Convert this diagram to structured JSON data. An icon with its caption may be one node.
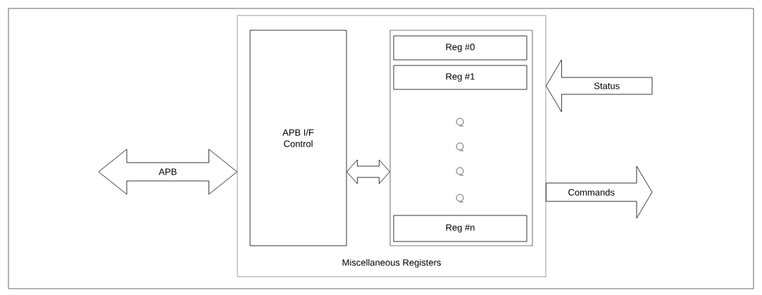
{
  "diagram": {
    "nodes": [
      {
        "text": [
          "Miscellaneous Registers"
        ]
      },
      {
        "text": [
          "APB I/F Control"
        ],
        "in": 0
      },
      {
        "text": [],
        "shape": "box",
        "in": 0
      },
      {
        "text": [
          "Reg #0"
        ],
        "in": 2
      },
      {
        "text": [
          "Reg #1"
        ],
        "in": 2
      },
      {
        "text": [
          "Reg #n"
        ],
        "in": 2
      }
    ],
    "edges": [
      {
        "from": null,
        "to": 0,
        "arrow": "both",
        "label": "APB"
      },
      {
        "from": 1,
        "to": 2,
        "arrow": "both"
      },
      {
        "from": null,
        "to": 0,
        "arrow": "to",
        "label": "Status"
      },
      {
        "from": 0,
        "to": null,
        "arrow": "to",
        "label": "Commands"
      }
    ]
  }
}
